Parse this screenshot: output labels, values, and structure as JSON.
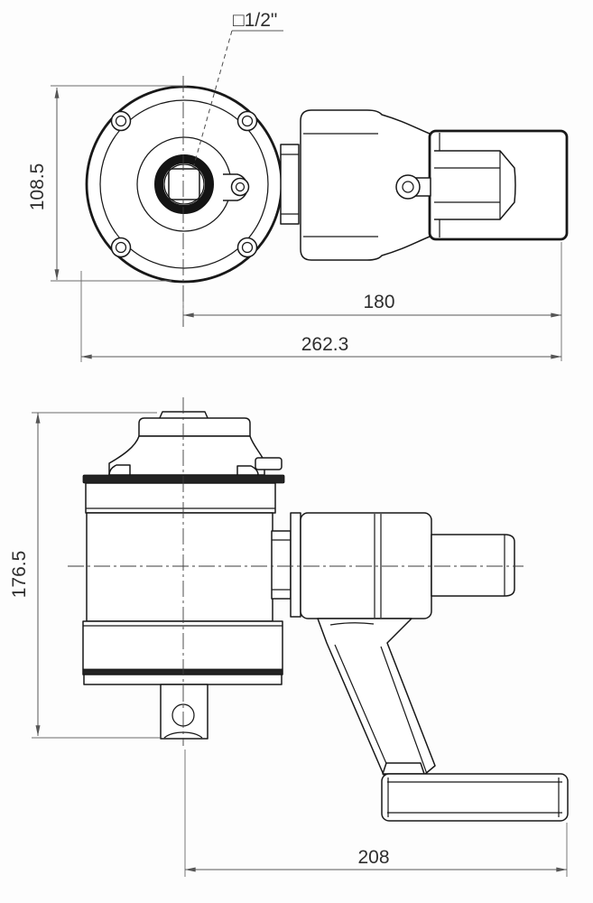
{
  "labels": {
    "square_drive": "□1/2\""
  },
  "dimensions": {
    "top_view": {
      "flange_diameter": "108.5",
      "center_to_handle_end": "180",
      "overall_length": "262.3"
    },
    "side_view": {
      "overall_height": "176.5",
      "center_to_grip_end": "208"
    }
  },
  "colors": {
    "background": "#fdfdfd",
    "line": "#181818",
    "dimension": "#565656",
    "dark_band": "#232323"
  }
}
